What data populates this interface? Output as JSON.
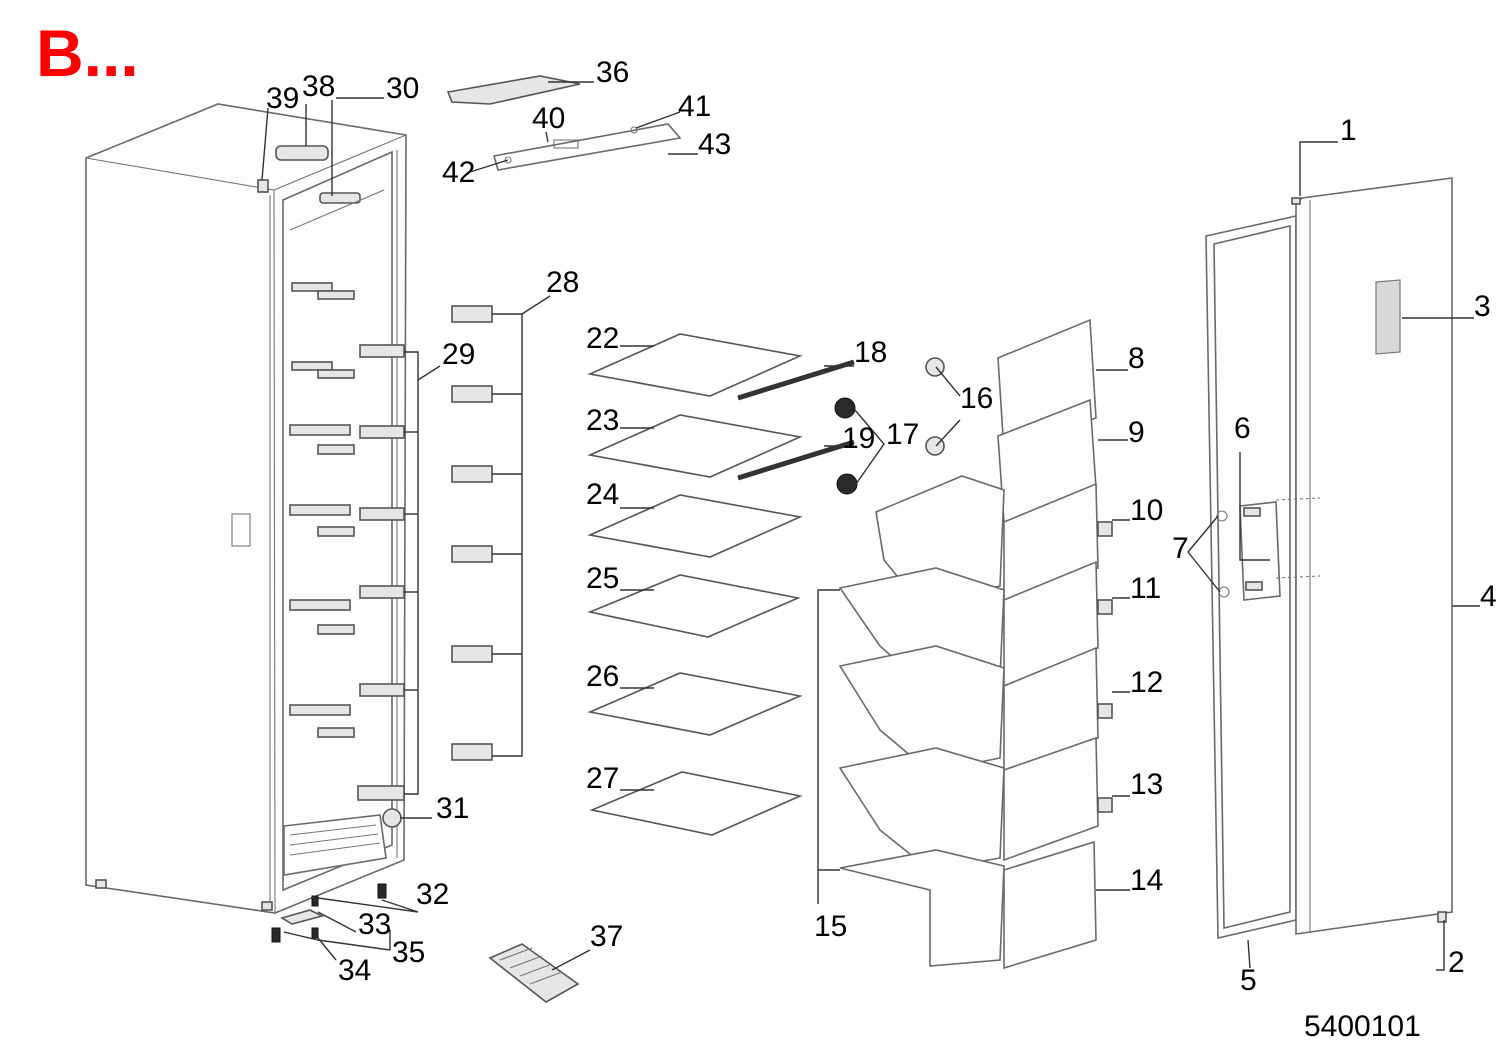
{
  "title": "B...",
  "title_color": "#ff0000",
  "drawing_number": "5400101",
  "callouts": {
    "c1": "1",
    "c2": "2",
    "c3": "3",
    "c4": "4",
    "c5": "5",
    "c6": "6",
    "c7": "7",
    "c8": "8",
    "c9": "9",
    "c10": "10",
    "c11": "11",
    "c12": "12",
    "c13": "13",
    "c14": "14",
    "c15": "15",
    "c16": "16",
    "c17": "17",
    "c18": "18",
    "c19": "19",
    "c22": "22",
    "c23": "23",
    "c24": "24",
    "c25": "25",
    "c26": "26",
    "c27": "27",
    "c28": "28",
    "c29": "29",
    "c30": "30",
    "c31": "31",
    "c32": "32",
    "c33": "33",
    "c34": "34",
    "c35": "35",
    "c36": "36",
    "c37": "37",
    "c38": "38",
    "c39": "39",
    "c40": "40",
    "c41": "41",
    "c42": "42",
    "c43": "43"
  }
}
